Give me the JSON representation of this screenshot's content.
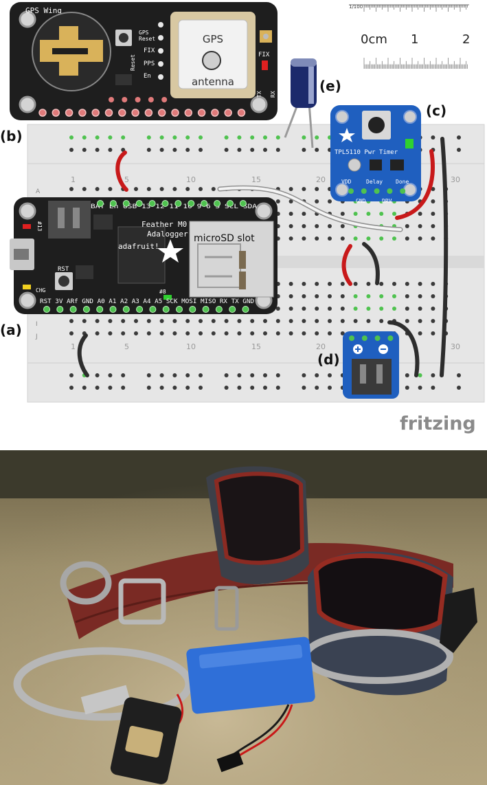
{
  "figure": {
    "panel_labels": {
      "a": "(a)",
      "b": "(b)",
      "c": "(c)",
      "d": "(d)",
      "e": "(e)"
    },
    "gps_wing": {
      "title": "GPS Wing",
      "gps_reset": "GPS",
      "gps_reset2": "Reset",
      "reset": "Reset",
      "fix": "FIX",
      "pps": "PPS",
      "en": "En",
      "antenna_top": "GPS",
      "antenna_bottom": "antenna",
      "fix_led": "FIX",
      "tx": "TX",
      "rx": "RX"
    },
    "ruler": {
      "scale": "1/100",
      "zero": "0cm",
      "one": "1",
      "two": "2"
    },
    "breadboard": {
      "row_a": "A",
      "row_i": "I",
      "row_j": "J",
      "col_top": [
        "1",
        "5",
        "10",
        "15",
        "20",
        "25",
        "30"
      ],
      "col_bottom": [
        "1",
        "5",
        "10",
        "15",
        "20",
        "25",
        "30"
      ]
    },
    "feather": {
      "top_pins": "BAT En USB 13 12 11 10 9 6 5 SCL SDA",
      "name1": "Feather M0",
      "name2": "Adalogger",
      "brand": "adafruit!",
      "sd_slot": "microSD slot",
      "rst": "RST",
      "chg": "CHG",
      "bottom_pins": "RST 3V ARf GND A0 A1 A2 A3 A4 A5 SCK MOSI MISO RX TX GND",
      "pin8": "#8",
      "side": "#13"
    },
    "tpl": {
      "title": "TPL5110 Pwr Timer",
      "vdd": "VDD",
      "delay": "Delay",
      "done": "Done",
      "gnd": "GND",
      "drv": "DRV"
    },
    "watermark": "fritzing"
  },
  "colors": {
    "breadboard": "#e6e6e6",
    "pcb_black": "#1e1e1e",
    "pad_pink": "#e07a7a",
    "pad_green": "#4fc24f",
    "tpl_blue": "#1f5fbf",
    "wire_red": "#c8191a",
    "wire_black": "#2d2d2d",
    "wire_white": "#f4f4f4"
  }
}
